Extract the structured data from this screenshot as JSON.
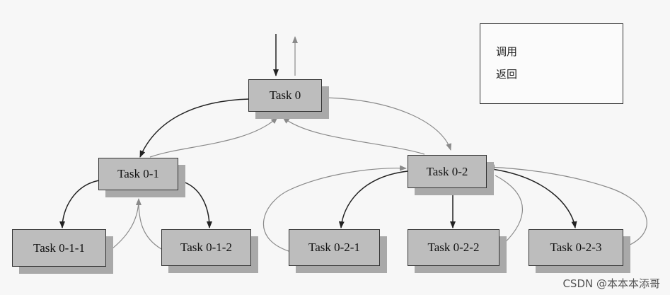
{
  "nodes": {
    "task_0": "Task 0",
    "task_0_1": "Task 0-1",
    "task_0_2": "Task 0-2",
    "task_0_1_1": "Task 0-1-1",
    "task_0_1_2": "Task 0-1-2",
    "task_0_2_1": "Task 0-2-1",
    "task_0_2_2": "Task 0-2-2",
    "task_0_2_3": "Task 0-2-3"
  },
  "legend": {
    "call_label": "调用",
    "return_label": "返回"
  },
  "edges": [
    {
      "from": "task_0",
      "to": "task_0_1",
      "kind": "call"
    },
    {
      "from": "task_0_1",
      "to": "task_0",
      "kind": "return"
    },
    {
      "from": "task_0",
      "to": "task_0_2",
      "kind": "return"
    },
    {
      "from": "task_0_2",
      "to": "task_0",
      "kind": "return"
    },
    {
      "from": "task_0_1",
      "to": "task_0_1_1",
      "kind": "call"
    },
    {
      "from": "task_0_1",
      "to": "task_0_1_2",
      "kind": "call"
    },
    {
      "from": "task_0_1_1",
      "to": "task_0_1",
      "kind": "return"
    },
    {
      "from": "task_0_1_2",
      "to": "task_0_1",
      "kind": "return"
    },
    {
      "from": "task_0_2",
      "to": "task_0_2_1",
      "kind": "call"
    },
    {
      "from": "task_0_2",
      "to": "task_0_2_2",
      "kind": "call"
    },
    {
      "from": "task_0_2",
      "to": "task_0_2_3",
      "kind": "call"
    },
    {
      "from": "task_0_2_1",
      "to": "task_0_2",
      "kind": "return"
    },
    {
      "from": "task_0_2_3",
      "to": "task_0_2",
      "kind": "return"
    }
  ],
  "watermark": "CSDN @本本本添哥",
  "colors": {
    "background": "#f7f7f7",
    "box_fill": "#bdbdbd",
    "box_shadow": "#a9a9a9",
    "call_arrow": "#222222",
    "return_arrow": "#8a8a8a"
  }
}
